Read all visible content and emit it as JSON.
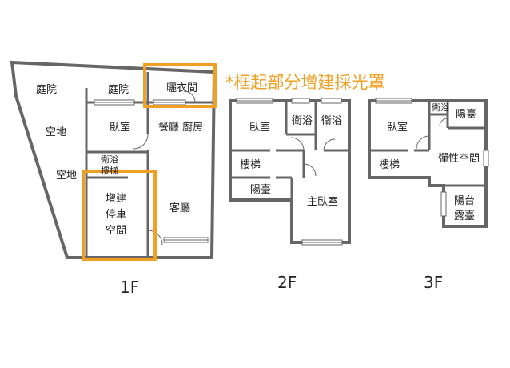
{
  "note": {
    "text": "*框起部分增建採光罩",
    "color": "#f0a024"
  },
  "colors": {
    "wall": "#666666",
    "highlight": "#f0a024",
    "text": "#222222"
  },
  "floors": [
    {
      "label": "1F",
      "rooms": {
        "courtyard_left": "庭院",
        "courtyard_right": "庭院",
        "drying_room": "曬衣間",
        "open_land_upper": "空地",
        "open_land_lower": "空地",
        "bedroom": "臥室",
        "dining_kitchen": "餐廳 廚房",
        "bathroom": "衛浴",
        "stairs": "樓梯",
        "garage_line1": "增建",
        "garage_line2": "停車",
        "garage_line3": "空間",
        "living_room": "客廳"
      }
    },
    {
      "label": "2F",
      "rooms": {
        "bedroom": "臥室",
        "bathroom_a": "衛浴",
        "bathroom_b": "衛浴",
        "stairs": "樓梯",
        "balcony": "陽臺",
        "master_bedroom": "主臥室"
      }
    },
    {
      "label": "3F",
      "rooms": {
        "bedroom": "臥室",
        "bathroom": "衛浴",
        "balcony": "陽臺",
        "stairs": "樓梯",
        "flex_space": "彈性空間",
        "terrace_line1": "陽台",
        "terrace_line2": "露臺"
      }
    }
  ]
}
